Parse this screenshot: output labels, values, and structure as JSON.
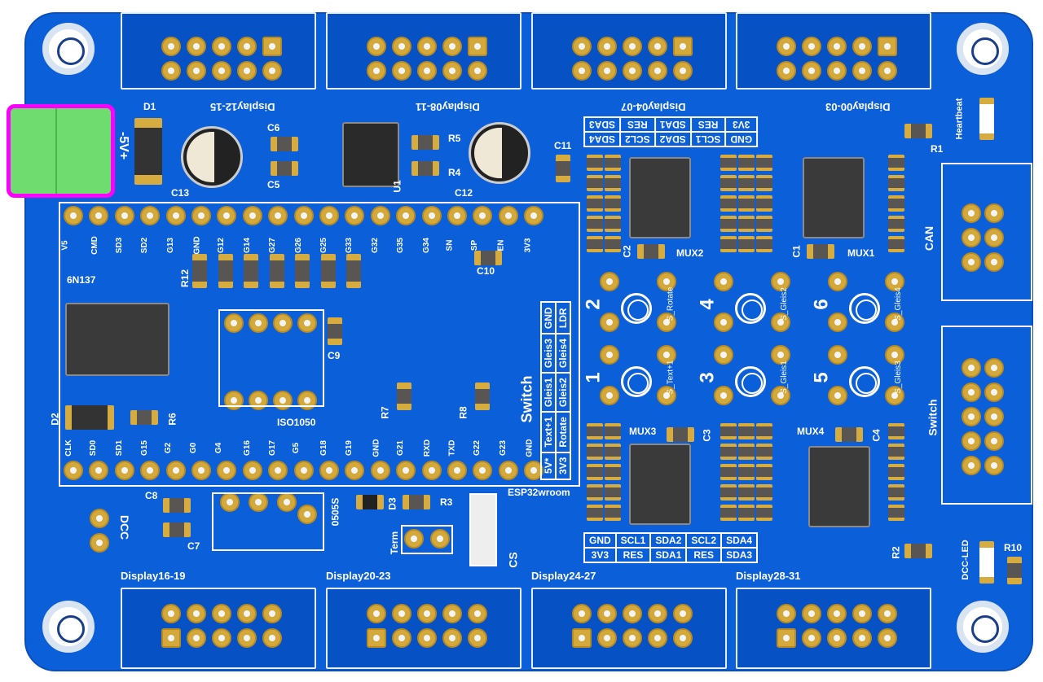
{
  "board": {
    "colors": {
      "board": "#0b5fd8",
      "highlight": "#ff00ff",
      "terminal": "#6fdc6f",
      "pad": "#d4a93c"
    },
    "top_headers": [
      "Display12-15",
      "Display08-11",
      "Display04-07",
      "Display00-03"
    ],
    "bottom_headers": [
      "Display16-19",
      "Display20-23",
      "Display24-27",
      "Display28-31"
    ],
    "top_pins": [
      "V5",
      "CMD",
      "SD3",
      "SD2",
      "G13",
      "GND",
      "G12",
      "G14",
      "G27",
      "G26",
      "G25",
      "G33",
      "G32",
      "G35",
      "G34",
      "SN",
      "SP",
      "EN",
      "3V3"
    ],
    "bottom_pins": [
      "CLK",
      "SD0",
      "SD1",
      "G15",
      "G2",
      "G0",
      "G4",
      "G16",
      "G17",
      "G5",
      "G18",
      "G19",
      "GND",
      "G21",
      "RXD",
      "TXD",
      "G22",
      "G23",
      "GND"
    ],
    "switch_table": {
      "title": "Switch",
      "cols": [
        [
          "GND",
          "LDR"
        ],
        [
          "Gleis3",
          "Gleis4"
        ],
        [
          "Gleis1",
          "Gleis2"
        ],
        [
          "Text+1",
          "Rotate"
        ],
        [
          "5V*",
          "3V3"
        ]
      ]
    },
    "mux_table_top": [
      [
        "SDA3",
        "RES",
        "SDA1",
        "RES",
        "3V3"
      ],
      [
        "SDA4",
        "SCL2",
        "SDA2",
        "SCL1",
        "GND"
      ]
    ],
    "mux_table_bottom": [
      [
        "GND",
        "SCL1",
        "SDA2",
        "SCL2",
        "SDA4"
      ],
      [
        "3V3",
        "RES",
        "SDA1",
        "RES",
        "SDA3"
      ]
    ],
    "labels": {
      "power": "-5V+",
      "d1": "D1",
      "c6": "C6",
      "c5": "C5",
      "c13": "C13",
      "u1": "U1",
      "r5": "R5",
      "r4": "R4",
      "c12": "C12",
      "c11": "C11",
      "r1": "R1",
      "heartbeat": "Heartbeat",
      "can": "CAN",
      "c2": "C2",
      "mux2": "MUX2",
      "c1": "C1",
      "mux1": "MUX1",
      "mux3": "MUX3",
      "c3": "C3",
      "mux4": "MUX4",
      "c4": "C4",
      "r2": "R2",
      "dccled": "DCC-LED",
      "r10": "R10",
      "opto": "6N137",
      "r12": "R12",
      "c10": "C10",
      "c9": "C9",
      "iso": "ISO1050",
      "r7": "R7",
      "r8": "R8",
      "d2": "D2",
      "r6": "R6",
      "c8": "C8",
      "c7": "C7",
      "dcdc": "0505S",
      "d3": "D3",
      "r3": "R3",
      "term": "Term",
      "cs": "CS",
      "dcc": "DCC",
      "esp": "ESP32wroom",
      "switch_conn": "Switch"
    },
    "buttons": [
      {
        "num": "2",
        "name": "S_Rotate"
      },
      {
        "num": "4",
        "name": "S_Gleis2"
      },
      {
        "num": "6",
        "name": "S_Gleis4"
      },
      {
        "num": "1",
        "name": "S_Text+1"
      },
      {
        "num": "3",
        "name": "S_Gleis1"
      },
      {
        "num": "5",
        "name": "S_Gleis3"
      }
    ]
  }
}
